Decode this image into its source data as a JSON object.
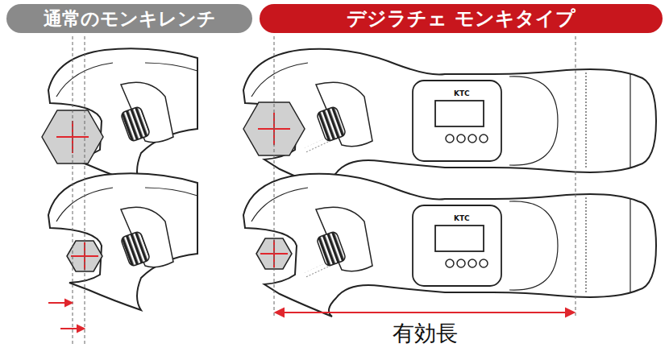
{
  "diagram": {
    "nodes": [
      {
        "text": [
          "通常のモンキレンチ"
        ]
      },
      {
        "text": [
          "デジラチェ モンキタイプ"
        ]
      }
    ],
    "labels": [
      "KTC",
      "KTC",
      "有効長"
    ]
  }
}
